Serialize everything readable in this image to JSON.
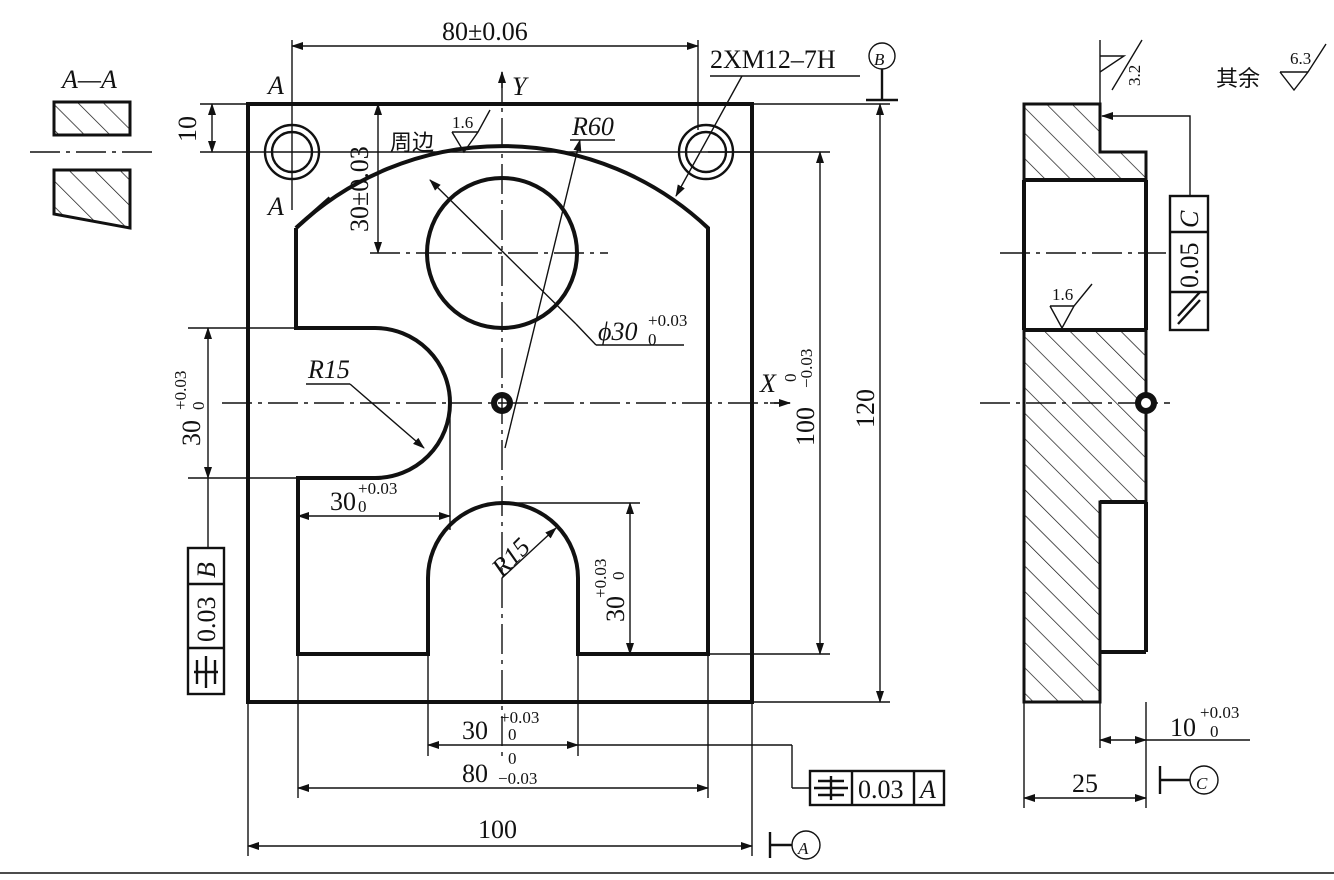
{
  "section": {
    "title": "A—A"
  },
  "front_view": {
    "section_marks": [
      "A",
      "A"
    ],
    "axes": {
      "x_label": "X",
      "y_label": "Y"
    },
    "dim_width_top": "80±0.06",
    "thread_note": "2XM12–7H",
    "datum_b_circle": "B",
    "dim_10": "10",
    "dim_30_tol": "30±0.03",
    "roughness_perimeter_label": "周边",
    "roughness_perimeter_value": "1.6",
    "r60": "R60",
    "dia_hole": {
      "base": "ϕ30",
      "upper": "+0.03",
      "lower": "0"
    },
    "r15_left": "R15",
    "r15_bottom": "R15",
    "slot_left_height": {
      "base": "30",
      "upper": "+0.03",
      "lower": "0"
    },
    "slot_left_depth": {
      "base": "30",
      "upper": "+0.03",
      "lower": "0"
    },
    "slot_bottom_height": {
      "base": "30",
      "upper": "+0.03",
      "lower": "0"
    },
    "slot_bottom_width": {
      "base": "30",
      "upper": "+0.03",
      "lower": "0"
    },
    "dim_100_vert": {
      "base": "100",
      "upper": "0",
      "lower": "−0.03"
    },
    "dim_120": "120",
    "dim_80_bottom": {
      "base": "80",
      "upper": "0",
      "lower": "−0.03"
    },
    "dim_100_bottom": "100",
    "datum_a": "A",
    "tol_b": {
      "symbol": "⌯",
      "value": "0.03",
      "datum": "B"
    },
    "tol_a": {
      "symbol": "⌯",
      "value": "0.03",
      "datum": "A"
    }
  },
  "side_view": {
    "roughness_top": "3.2",
    "roughness_rest_label": "其余",
    "roughness_rest_value": "6.3",
    "tol_c": {
      "symbol": "//",
      "value": "0.05",
      "datum": "C"
    },
    "roughness_mid": "1.6",
    "dim_10_tol": {
      "base": "10",
      "upper": "+0.03",
      "lower": "0"
    },
    "dim_25": "25",
    "datum_c": "C"
  },
  "colors": {
    "line": "#111111",
    "background": "#ffffff"
  }
}
